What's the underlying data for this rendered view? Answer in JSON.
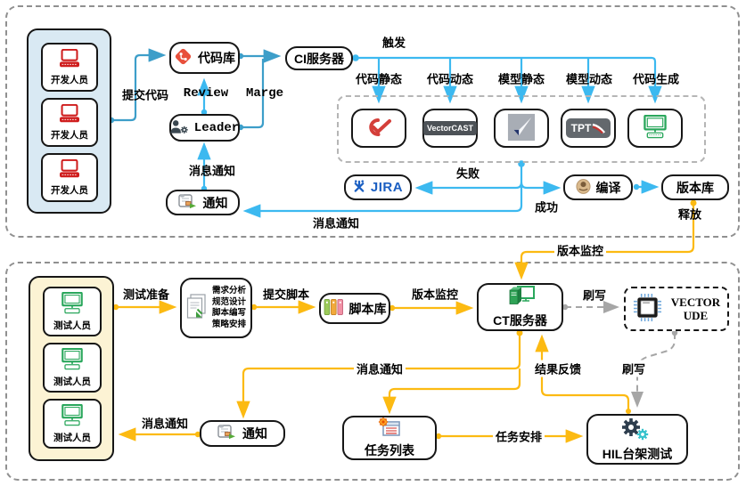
{
  "colors": {
    "blue_line": "#3cb9f0",
    "teal_line": "#3d9ec9",
    "yellow_line": "#fcba12",
    "gray_line": "#a6a6a6",
    "dev_container_bg": "#d9e9f3",
    "test_container_bg": "#fcf3d4",
    "jira_blue": "#1b5fc2",
    "dev_icon_red": "#cf1d1d",
    "test_icon_green": "#2aa75c"
  },
  "top": {
    "developers": [
      "开发人员",
      "开发人员",
      "开发人员"
    ],
    "nodes": {
      "code_repo": "代码库",
      "ci_server": "CI服务器",
      "leader": "Leader",
      "notify": "通知",
      "jira": "JIRA",
      "compile": "编译",
      "version_repo": "版本库",
      "vectorcast": "VectorCAST",
      "tpt": "TPT"
    },
    "branch_labels": [
      "代码静态",
      "代码动态",
      "模型静态",
      "模型动态",
      "代码生成"
    ],
    "edge_labels": {
      "submit_code": "提交代码",
      "review": "Review",
      "merge": "Marge",
      "trigger": "触发",
      "msg_notify_leader": "消息通知",
      "msg_notify_notify": "消息通知",
      "fail": "失败",
      "success": "成功",
      "release": "释放",
      "version_monitor": "版本监控"
    }
  },
  "bottom": {
    "testers": [
      "测试人员",
      "测试人员",
      "测试人员"
    ],
    "prep_lines": [
      "需求分析",
      "规范设计",
      "脚本编写",
      "策略安排"
    ],
    "nodes": {
      "script_repo": "脚本库",
      "ct_server": "CT服务器",
      "vector_ude_line1": "VECTOR",
      "vector_ude_line2": "UDE",
      "notify": "通知",
      "task_list": "任务列表",
      "hil": "HIL台架测试"
    },
    "edge_labels": {
      "test_prep": "测试准备",
      "submit_script": "提交脚本",
      "version_monitor": "版本监控",
      "flash_ude": "刷写",
      "flash_hil": "刷写",
      "msg_notify_ct": "消息通知",
      "result_feedback": "结果反馈",
      "msg_notify_testers": "消息通知",
      "task_arrange": "任务安排"
    }
  }
}
